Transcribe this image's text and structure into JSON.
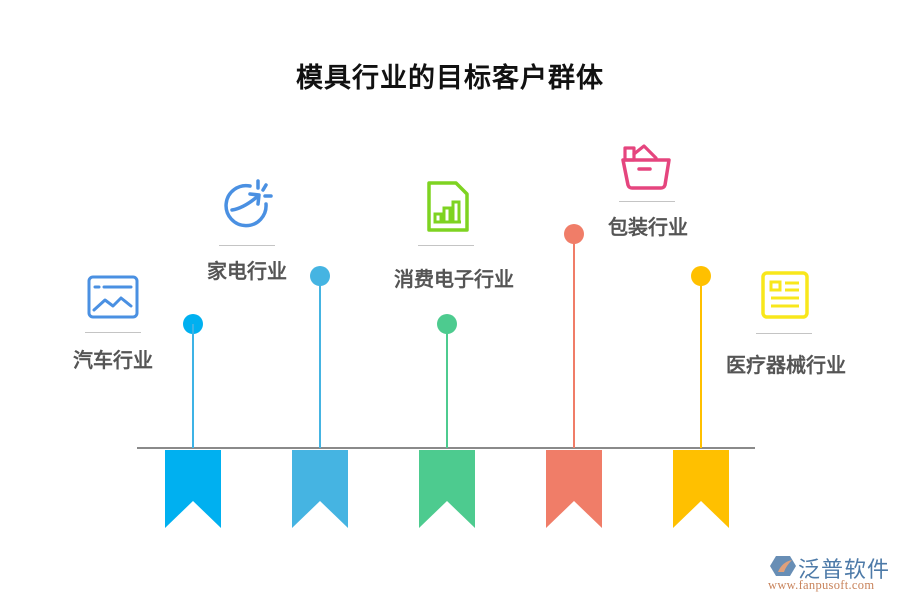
{
  "title": "模具行业的目标客户群体",
  "items": [
    {
      "label": "汽车行业",
      "icon": "image-landscape-icon",
      "color": "#00B0F0",
      "icon_color": "#4A90E2"
    },
    {
      "label": "家电行业",
      "icon": "growth-arrow-circle-icon",
      "color": "#45B4E2",
      "icon_color": "#4A90E2"
    },
    {
      "label": "消费电子行业",
      "icon": "bar-chart-document-icon",
      "color": "#4DCB8F",
      "icon_color": "#7ED321"
    },
    {
      "label": "包装行业",
      "icon": "basket-box-icon",
      "color": "#F07D68",
      "icon_color": "#E5457E"
    },
    {
      "label": "医疗器械行业",
      "icon": "document-list-icon",
      "color": "#FFC000",
      "icon_color": "#F8E71C"
    }
  ],
  "watermark": {
    "name": "泛普软件",
    "url": "www.fanpusoft.com"
  }
}
